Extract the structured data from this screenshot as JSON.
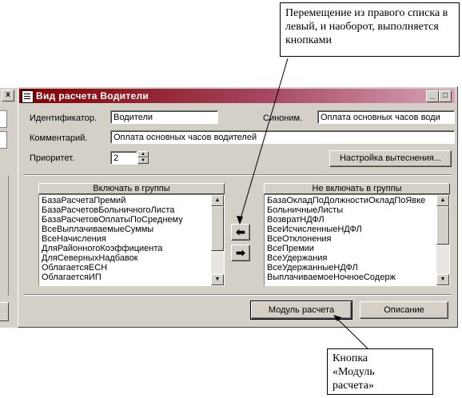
{
  "background_window": {
    "close_label": "x"
  },
  "window": {
    "title": "Вид расчета Водители",
    "min_label": "_",
    "max_label": "□"
  },
  "form": {
    "identifier_label": "Идентификатор.",
    "identifier_value": "Водители",
    "synonym_label": "Синоним.",
    "synonym_value": "Оплата основных часов води",
    "comment_label": "Комментарий.",
    "comment_value": "Оплата основных часов водителей",
    "priority_label": "Приоритет.",
    "priority_value": "2",
    "displacement_button": "Настройка вытеснения..."
  },
  "include_list": {
    "header": "Включать в группы",
    "items": [
      "БазаРасчетаПремий",
      "БазаРасчетовБольничногоЛиста",
      "БазаРасчетовОплатыПоСреднему",
      "ВсеВыплачиваемыеСуммы",
      "ВсеНачисления",
      "ДляРайонногоКоэффициента",
      "ДляСеверныхНадбавок",
      "ОблагаетсяЕСН",
      "ОблагаетсяИП"
    ]
  },
  "exclude_list": {
    "header": "Не включать в группы",
    "items": [
      "БазаОкладПоДолжностиОкладПоЯвке",
      "БольничныеЛисты",
      "ВозвратНДФЛ",
      "ВсеИсчисленныеНДФЛ",
      "ВсеОтклонения",
      "ВсеПремии",
      "ВсеУдержания",
      "ВсеУдержанныеНДФЛ",
      "ВыплачиваемоеНочноеСодерж"
    ]
  },
  "transfer": {
    "to_left_icon": "arrow-left-icon",
    "to_right_icon": "arrow-right-icon",
    "to_left_glyph": "⬅",
    "to_right_glyph": "➡"
  },
  "buttons": {
    "calc_module": "Модуль расчета",
    "description": "Описание"
  },
  "annotations": {
    "top": "Перемещение из правого списка в левый, и наоборот, выполняется кнопками",
    "bottom_line1": "Кнопка",
    "bottom_line2": "«Модуль",
    "bottom_line3": "расчета»"
  },
  "colors": {
    "titlebar_start": "#800000",
    "titlebar_end": "#d8a3b8",
    "window_face": "#d4d0c8"
  }
}
